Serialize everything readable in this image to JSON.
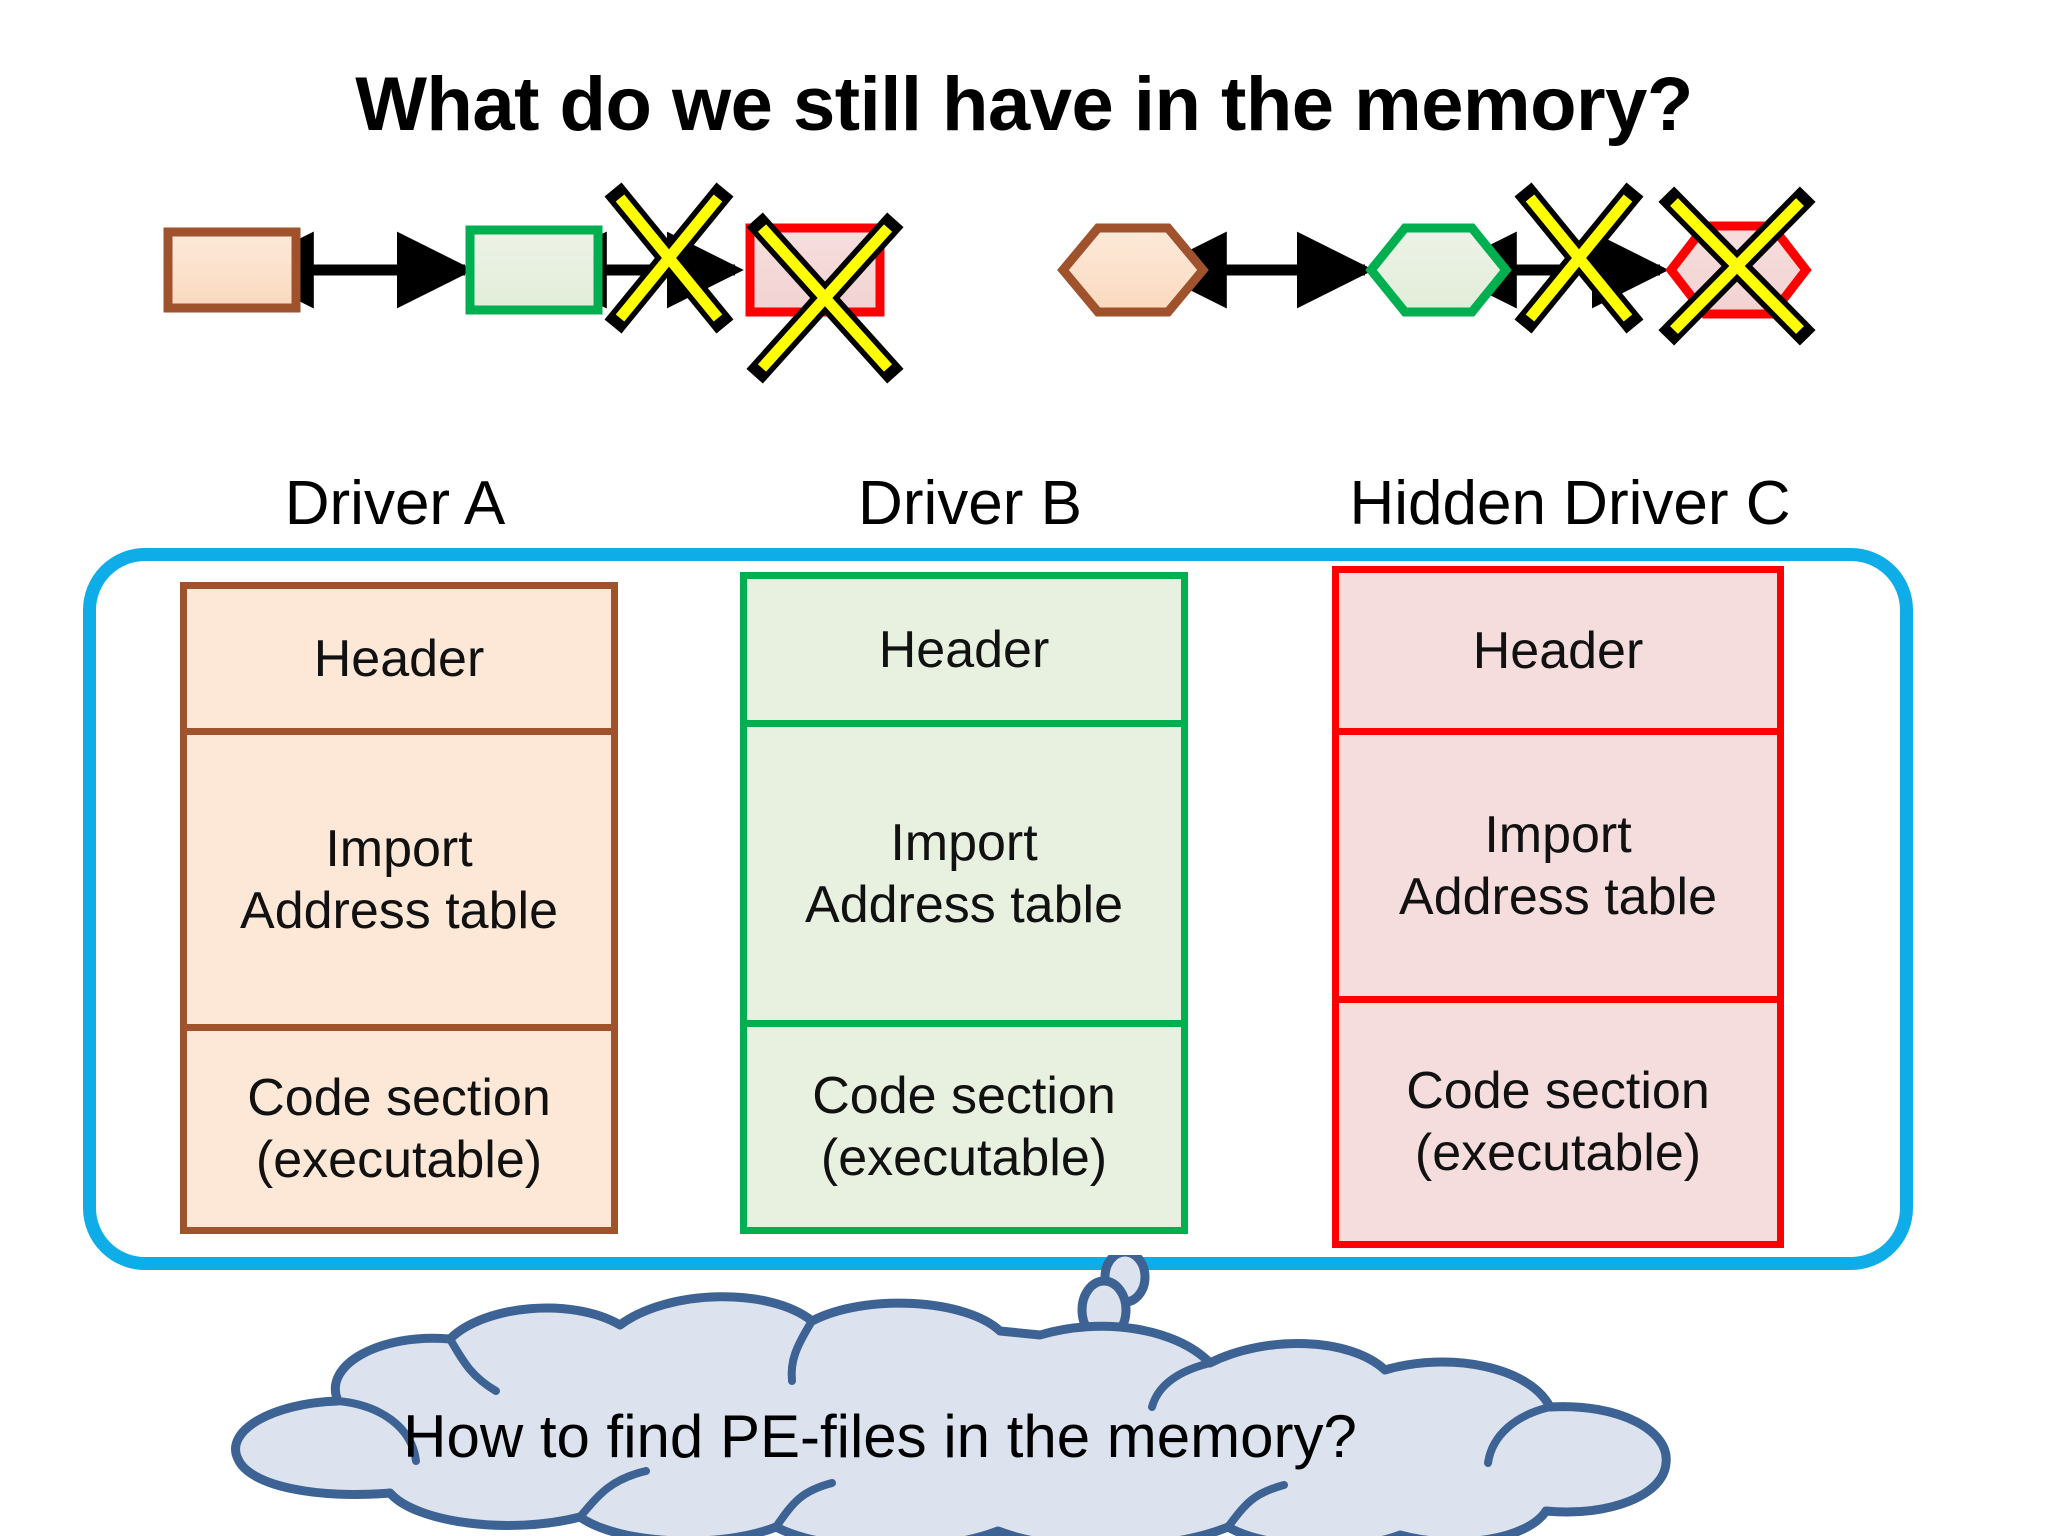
{
  "slide": {
    "title": "What do we still have in the memory?"
  },
  "top_diagram": {
    "row_rect": {
      "shape": "rectangle",
      "nodes": [
        {
          "name": "driver-a-node",
          "fill": "#FDE8D7",
          "stroke": "#A0522D",
          "crossed_out": false
        },
        {
          "name": "driver-b-node",
          "fill": "#E8F0E0",
          "stroke": "#00B050",
          "crossed_out": false
        },
        {
          "name": "driver-c-node",
          "fill": "#F6DDDD",
          "stroke": "#FF0000",
          "crossed_out": true
        }
      ],
      "links_crossed_out": [
        false,
        true
      ]
    },
    "row_hex": {
      "shape": "hexagon",
      "nodes": [
        {
          "name": "driver-a-hex-node",
          "fill": "#FDE8D7",
          "stroke": "#A0522D",
          "crossed_out": false
        },
        {
          "name": "driver-b-hex-node",
          "fill": "#E8F0E0",
          "stroke": "#00B050",
          "crossed_out": false
        },
        {
          "name": "driver-c-hex-node",
          "fill": "#F6DDDD",
          "stroke": "#FF0000",
          "crossed_out": true
        }
      ],
      "links_crossed_out": [
        false,
        true
      ]
    },
    "cross_colors": {
      "inner": "#FFFF00",
      "outline": "#000000"
    },
    "arrow_color": "#000000"
  },
  "drivers": [
    {
      "label": "Driver A",
      "accent": "#A0522D",
      "fill": "#FDE8D7",
      "segments": [
        {
          "name": "header",
          "text": "Header"
        },
        {
          "name": "import-address-table",
          "text": "Import\nAddress table"
        },
        {
          "name": "code-section",
          "text": "Code section\n(executable)"
        }
      ]
    },
    {
      "label": "Driver B",
      "accent": "#00B050",
      "fill": "#E8F0E0",
      "segments": [
        {
          "name": "header",
          "text": "Header"
        },
        {
          "name": "import-address-table",
          "text": "Import\nAddress table"
        },
        {
          "name": "code-section",
          "text": "Code section\n(executable)"
        }
      ]
    },
    {
      "label": "Hidden Driver C",
      "accent": "#FF0000",
      "fill": "#F6DDDD",
      "segments": [
        {
          "name": "header",
          "text": "Header"
        },
        {
          "name": "import-address-table",
          "text": "Import\nAddress table"
        },
        {
          "name": "code-section",
          "text": "Code section\n(executable)"
        }
      ]
    }
  ],
  "memory_container": {
    "border_color": "#0FADE8"
  },
  "thought_cloud": {
    "text": "How to find PE-files in the memory?",
    "fill": "#DCE3EF",
    "stroke": "#3D6294",
    "bubbles": 2
  }
}
